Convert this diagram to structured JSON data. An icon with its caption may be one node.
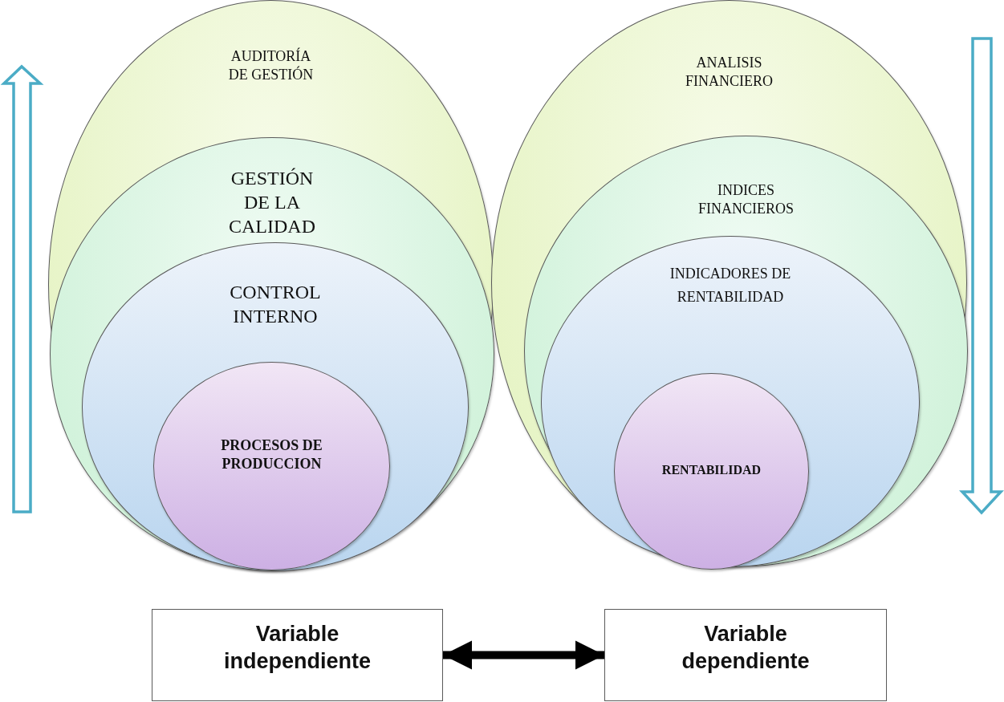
{
  "diagram": {
    "nodes": [
      {
        "text": [
          "AUDITORÍA DE GESTIÓN"
        ]
      },
      {
        "text": [
          "GESTIÓN DE LA CALIDAD"
        ],
        "in": 0
      },
      {
        "text": [
          "CONTROL INTERNO"
        ],
        "in": 1
      },
      {
        "text": [
          "PROCESOS DE PRODUCCION"
        ],
        "in": 2
      },
      {
        "text": [
          "ANALISIS FINANCIERO"
        ]
      },
      {
        "text": [
          "INDICES FINANCIEROS"
        ],
        "in": 4
      },
      {
        "text": [
          "INDICADORES DE RENTABILIDAD"
        ],
        "in": 5
      },
      {
        "text": [
          "RENTABILIDAD"
        ],
        "in": 6
      },
      {
        "text": [
          "Variable independiente"
        ]
      },
      {
        "text": [
          "Variable dependiente"
        ]
      }
    ],
    "edges": [
      {
        "from": 8,
        "to": 9,
        "arrow": "both"
      }
    ]
  }
}
